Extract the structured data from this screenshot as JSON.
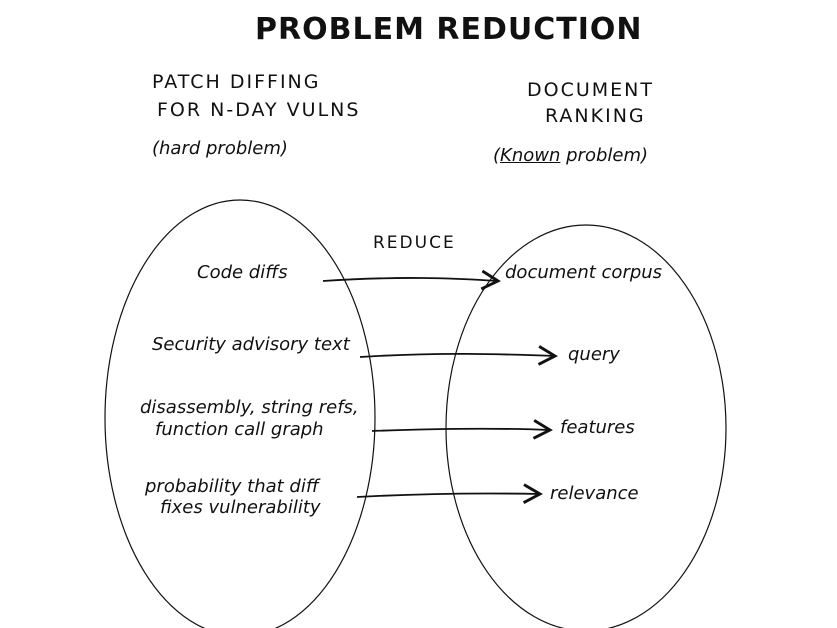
{
  "title": "PROBLEM REDUCTION",
  "left": {
    "heading_line1": "PATCH DIFFING",
    "heading_line2": "FOR N-DAY VULNS",
    "subtitle": "(hard problem)",
    "items": [
      "Code diffs",
      "Security advisory text",
      "disassembly, string refs,",
      "function call graph",
      "probability that diff",
      "fixes vulnerability"
    ]
  },
  "right": {
    "heading_line1": "DOCUMENT",
    "heading_line2": "RANKING",
    "subtitle_open": "(",
    "subtitle_underlined": "Known",
    "subtitle_rest": " problem)",
    "items": [
      "document corpus",
      "query",
      "features",
      "relevance"
    ]
  },
  "reduce_label": "REDUCE"
}
